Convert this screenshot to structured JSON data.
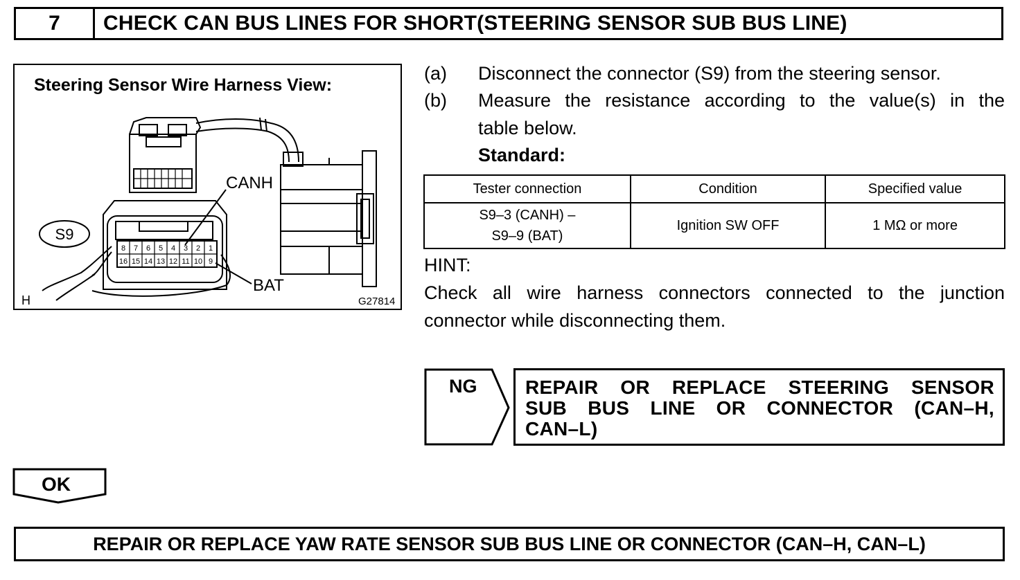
{
  "step": {
    "number": "7",
    "title": "CHECK CAN BUS LINES FOR SHORT(STEERING SENSOR SUB BUS LINE)"
  },
  "figure": {
    "title": "Steering Sensor Wire Harness View:",
    "connector_label": "S9",
    "canh_label": "CANH",
    "bat_label": "BAT",
    "corner_label": "H",
    "figure_id": "G27814",
    "pins_top": [
      "8",
      "7",
      "6",
      "5",
      "4",
      "3",
      "2",
      "1"
    ],
    "pins_bottom": [
      "16",
      "15",
      "14",
      "13",
      "12",
      "11",
      "10",
      "9"
    ]
  },
  "instructions": {
    "a_label": "(a)",
    "a_text": "Disconnect the connector (S9) from the steering sensor.",
    "b_label": "(b)",
    "b_text_line1": "Measure the resistance according to the value(s) in the",
    "b_text_line2": "table below.",
    "standard": "Standard:"
  },
  "table": {
    "headers": [
      "Tester connection",
      "Condition",
      "Specified value"
    ],
    "row": {
      "connection_line1": "S9–3 (CANH) –",
      "connection_line2": "S9–9 (BAT)",
      "condition": "Ignition SW OFF",
      "value": "1 MΩ or more"
    }
  },
  "hint": {
    "label": "HINT:",
    "line1": "Check all wire harness connectors connected to the junction",
    "line2": "connector while disconnecting them."
  },
  "ng": {
    "label": "NG",
    "line1": "REPAIR OR REPLACE STEERING SENSOR",
    "line2": "SUB BUS LINE OR CONNECTOR (CAN–H,",
    "line3": "CAN–L)"
  },
  "ok": {
    "label": "OK"
  },
  "final": {
    "text": "REPAIR OR REPLACE YAW RATE SENSOR SUB BUS LINE OR CONNECTOR (CAN–H, CAN–L)"
  }
}
